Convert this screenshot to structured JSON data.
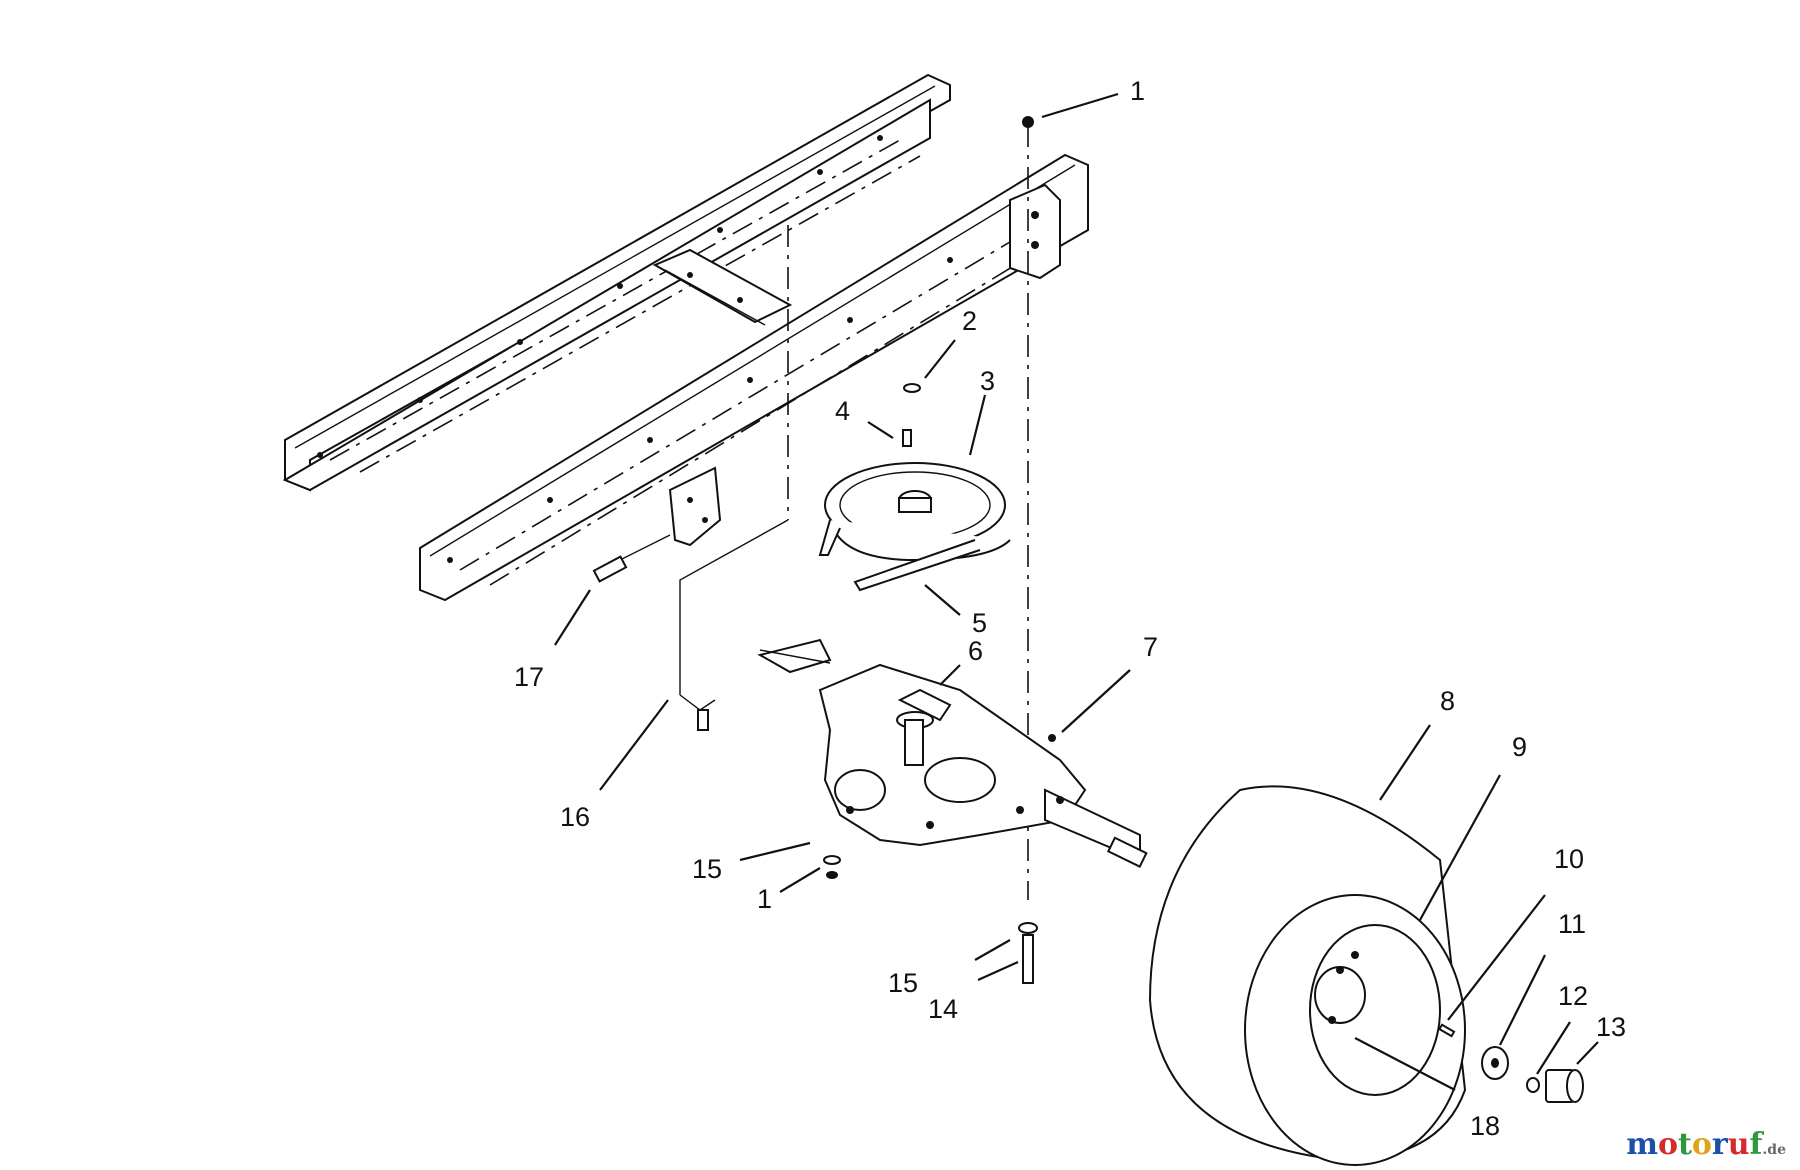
{
  "callouts": {
    "c1_top": "1",
    "c2": "2",
    "c3": "3",
    "c4": "4",
    "c5": "5",
    "c6": "6",
    "c7": "7",
    "c8": "8",
    "c9": "9",
    "c10": "10",
    "c11": "11",
    "c12": "12",
    "c13": "13",
    "c14": "14",
    "c15_left": "15",
    "c15_right": "15",
    "c16": "16",
    "c17": "17",
    "c18": "18",
    "c1_bottom": "1"
  },
  "watermark": {
    "letters": [
      "m",
      "o",
      "t",
      "o",
      "r",
      "u",
      "f"
    ],
    "suffix": ".de",
    "colors": [
      "#1b4fa8",
      "#d42b2b",
      "#2c9a3c",
      "#e0a41c",
      "#1b4fa8",
      "#d42b2b",
      "#2c9a3c"
    ]
  }
}
